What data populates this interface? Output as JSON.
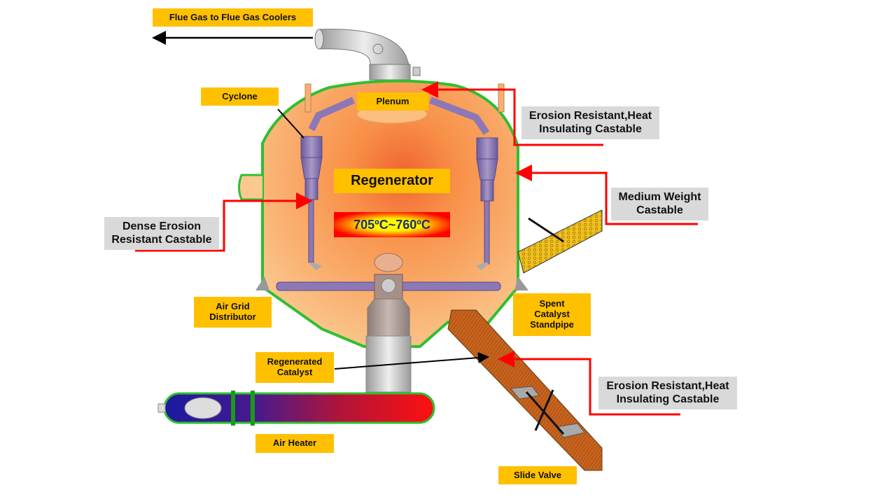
{
  "title": "FCC Regenerator Refractory Lining",
  "colors": {
    "label_yellow": "#ffc000",
    "label_grey": "#d9d9d9",
    "leader_red": "#ff0000",
    "shell_green": "#3cc83c",
    "vessel_orange": "#f8b070",
    "cyclone_purple": "#8c78b4",
    "standpipe_brown": "#c8641e",
    "temp_text": "#1f2d6e"
  },
  "labels": {
    "flue_gas": "Flue Gas to Flue Gas Coolers",
    "cyclone": "Cyclone",
    "plenum": "Plenum",
    "regenerator": "Regenerator",
    "temperature": "705ºC~760ºC",
    "air_grid": "Air Grid\nDistributor",
    "regenerated_catalyst": "Regenerated\nCatalyst",
    "air_heater": "Air Heater",
    "spent_catalyst": "Spent\nCatalyst\nStandpipe",
    "slide_valve": "Slide Valve"
  },
  "callouts": {
    "top_right": "Erosion Resistant,Heat\nInsulating Castable",
    "medium_weight": "Medium Weight\nCastable",
    "dense_erosion": "Dense Erosion\nResistant Castable",
    "bottom_right": "Erosion Resistant,Heat\nInsulating Castable"
  }
}
